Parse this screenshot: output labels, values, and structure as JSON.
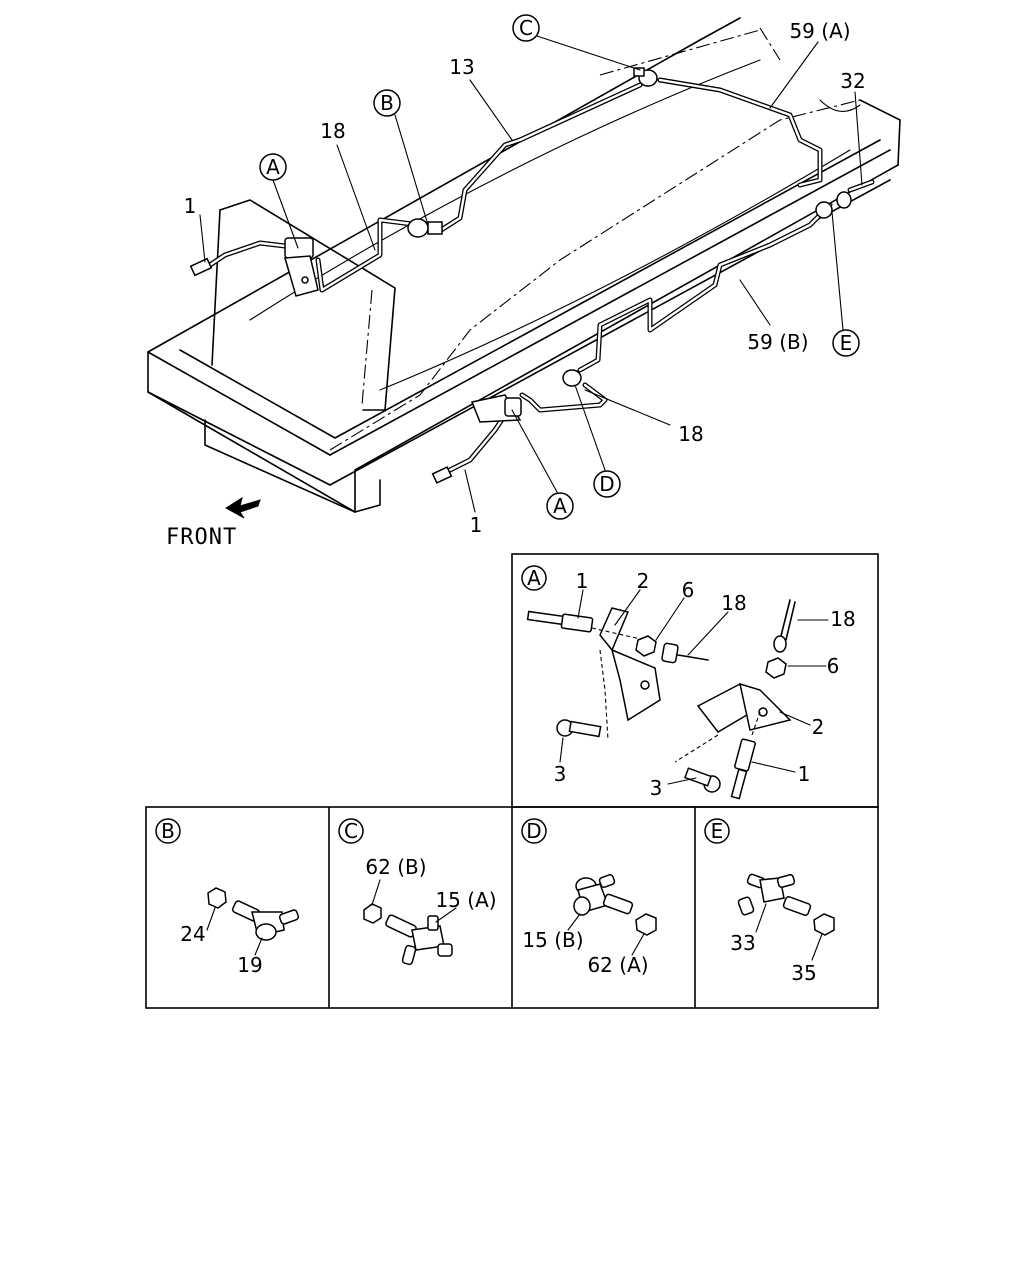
{
  "main_view": {
    "front_label": "FRONT",
    "callouts": {
      "c": "C",
      "b": "B",
      "a_upper": "A",
      "a_lower": "A",
      "d": "D",
      "e": "E"
    },
    "part_numbers": {
      "p1_upper": "1",
      "p1_lower": "1",
      "p18_upper": "18",
      "p18_lower": "18",
      "p13": "13",
      "p59a": "59 (A)",
      "p59b": "59 (B)",
      "p32": "32"
    }
  },
  "detail_a": {
    "callout": "A",
    "labels": {
      "p1_top": "1",
      "p2_top": "2",
      "p6_top": "6",
      "p18_top": "18",
      "p18_right": "18",
      "p6_right": "6",
      "p2_right": "2",
      "p3_left": "3",
      "p3_bottom": "3",
      "p1_right": "1"
    }
  },
  "detail_b": {
    "callout": "B",
    "labels": {
      "p24": "24",
      "p19": "19"
    }
  },
  "detail_c": {
    "callout": "C",
    "labels": {
      "p62b": "62 (B)",
      "p15a": "15 (A)"
    }
  },
  "detail_d": {
    "callout": "D",
    "labels": {
      "p15b": "15 (B)",
      "p62a": "62 (A)"
    }
  },
  "detail_e": {
    "callout": "E",
    "labels": {
      "p33": "33",
      "p35": "35"
    }
  }
}
